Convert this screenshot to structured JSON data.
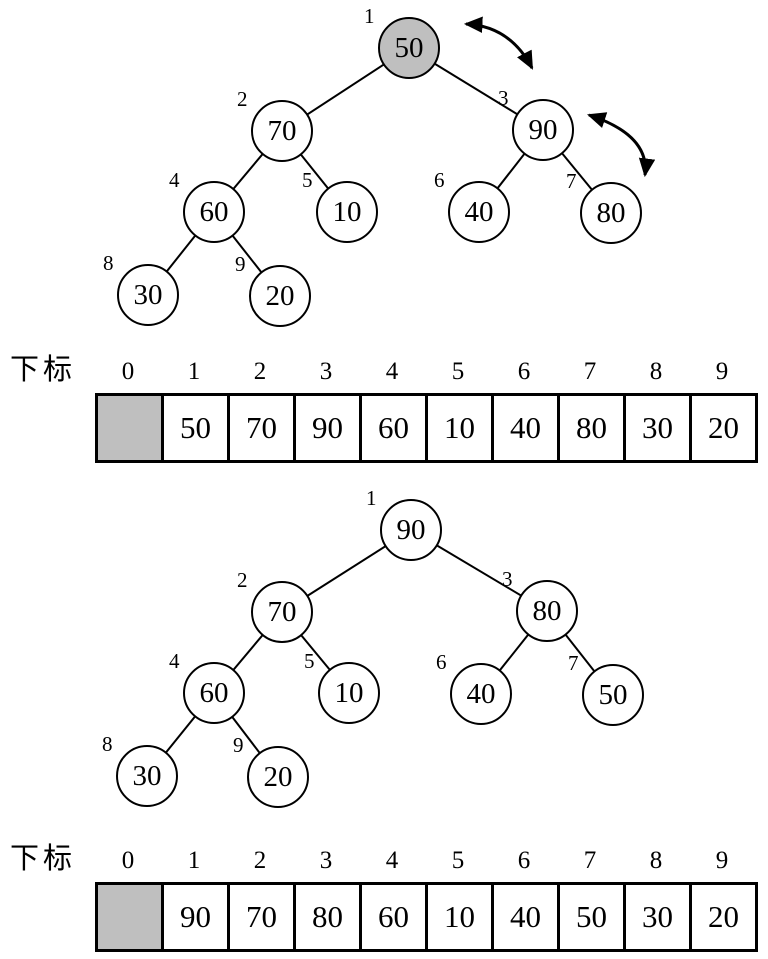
{
  "figure": {
    "description_colors": {
      "highlight_gray": "#bfbfbf",
      "stroke": "#000000"
    }
  },
  "tree1": {
    "nodes": [
      {
        "index": "1",
        "value": "50",
        "highlighted": true
      },
      {
        "index": "2",
        "value": "70",
        "highlighted": false
      },
      {
        "index": "3",
        "value": "90",
        "highlighted": false
      },
      {
        "index": "4",
        "value": "60",
        "highlighted": false
      },
      {
        "index": "5",
        "value": "10",
        "highlighted": false
      },
      {
        "index": "6",
        "value": "40",
        "highlighted": false
      },
      {
        "index": "7",
        "value": "80",
        "highlighted": false
      },
      {
        "index": "8",
        "value": "30",
        "highlighted": false
      },
      {
        "index": "9",
        "value": "20",
        "highlighted": false
      }
    ],
    "swap_arrows": [
      {
        "between": "node-1-and-node-3"
      },
      {
        "between": "node-3-and-node-7"
      }
    ]
  },
  "array1": {
    "label": "下标",
    "indices": [
      "0",
      "1",
      "2",
      "3",
      "4",
      "5",
      "6",
      "7",
      "8",
      "9"
    ],
    "values": [
      "",
      "50",
      "70",
      "90",
      "60",
      "10",
      "40",
      "80",
      "30",
      "20"
    ],
    "cell0_shaded": true
  },
  "tree2": {
    "nodes": [
      {
        "index": "1",
        "value": "90",
        "highlighted": false
      },
      {
        "index": "2",
        "value": "70",
        "highlighted": false
      },
      {
        "index": "3",
        "value": "80",
        "highlighted": false
      },
      {
        "index": "4",
        "value": "60",
        "highlighted": false
      },
      {
        "index": "5",
        "value": "10",
        "highlighted": false
      },
      {
        "index": "6",
        "value": "40",
        "highlighted": false
      },
      {
        "index": "7",
        "value": "50",
        "highlighted": false
      },
      {
        "index": "8",
        "value": "30",
        "highlighted": false
      },
      {
        "index": "9",
        "value": "20",
        "highlighted": false
      }
    ]
  },
  "array2": {
    "label": "下标",
    "indices": [
      "0",
      "1",
      "2",
      "3",
      "4",
      "5",
      "6",
      "7",
      "8",
      "9"
    ],
    "values": [
      "",
      "90",
      "70",
      "80",
      "60",
      "10",
      "40",
      "50",
      "30",
      "20"
    ],
    "cell0_shaded": true
  }
}
